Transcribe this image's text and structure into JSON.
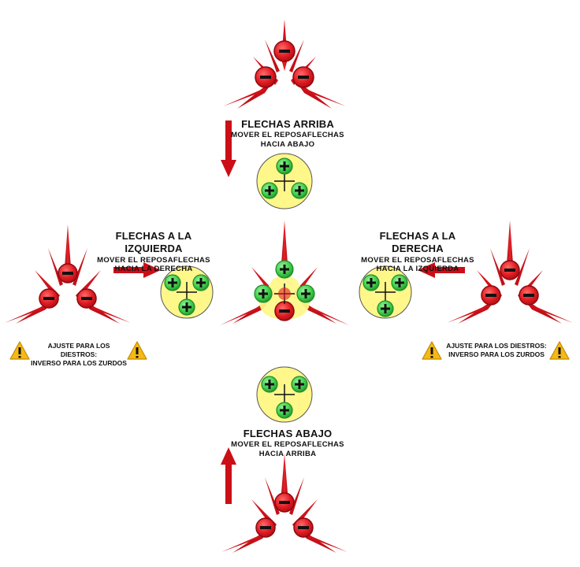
{
  "colors": {
    "vane": "#d0121b",
    "vane_dark": "#8c0a10",
    "minus_fill": "#e01b22",
    "plus_fill": "#3ecf4a",
    "rest_circle": "#fff78a",
    "arrow": "#cc0e16",
    "warning": "#f5b914"
  },
  "top": {
    "title": "FLECHAS ARRIBA",
    "line1": "MOVER EL REPOSAFLECHAS",
    "line2": "HACIA ABAJO"
  },
  "left": {
    "title": "FLECHAS A LA IZQUIERDA",
    "line1": "MOVER EL REPOSAFLECHAS",
    "line2": "HACIA LA DERECHA"
  },
  "right": {
    "title": "FLECHAS A LA DERECHA",
    "line1": "MOVER EL REPOSAFLECHAS",
    "line2": "HACIA LA IZQUIERDA"
  },
  "bottom": {
    "title": "FLECHAS ABAJO",
    "line1": "MOVER EL REPOSAFLECHAS",
    "line2": "HACIA ARRIBA"
  },
  "notes": {
    "left": {
      "line1": "AJUSTE PARA LOS DIESTROS:",
      "line2": "INVERSO PARA LOS ZURDOS"
    },
    "right": {
      "line1": "AJUSTE PARA LOS DIESTROS:",
      "line2": "INVERSO PARA LOS ZURDOS"
    }
  },
  "icons": {
    "fletching": "arrow-fletching-icon",
    "minus": "minus-sign-icon",
    "plus": "plus-sign-icon",
    "warning": "warning-icon",
    "direction": "direction-arrow-icon"
  }
}
